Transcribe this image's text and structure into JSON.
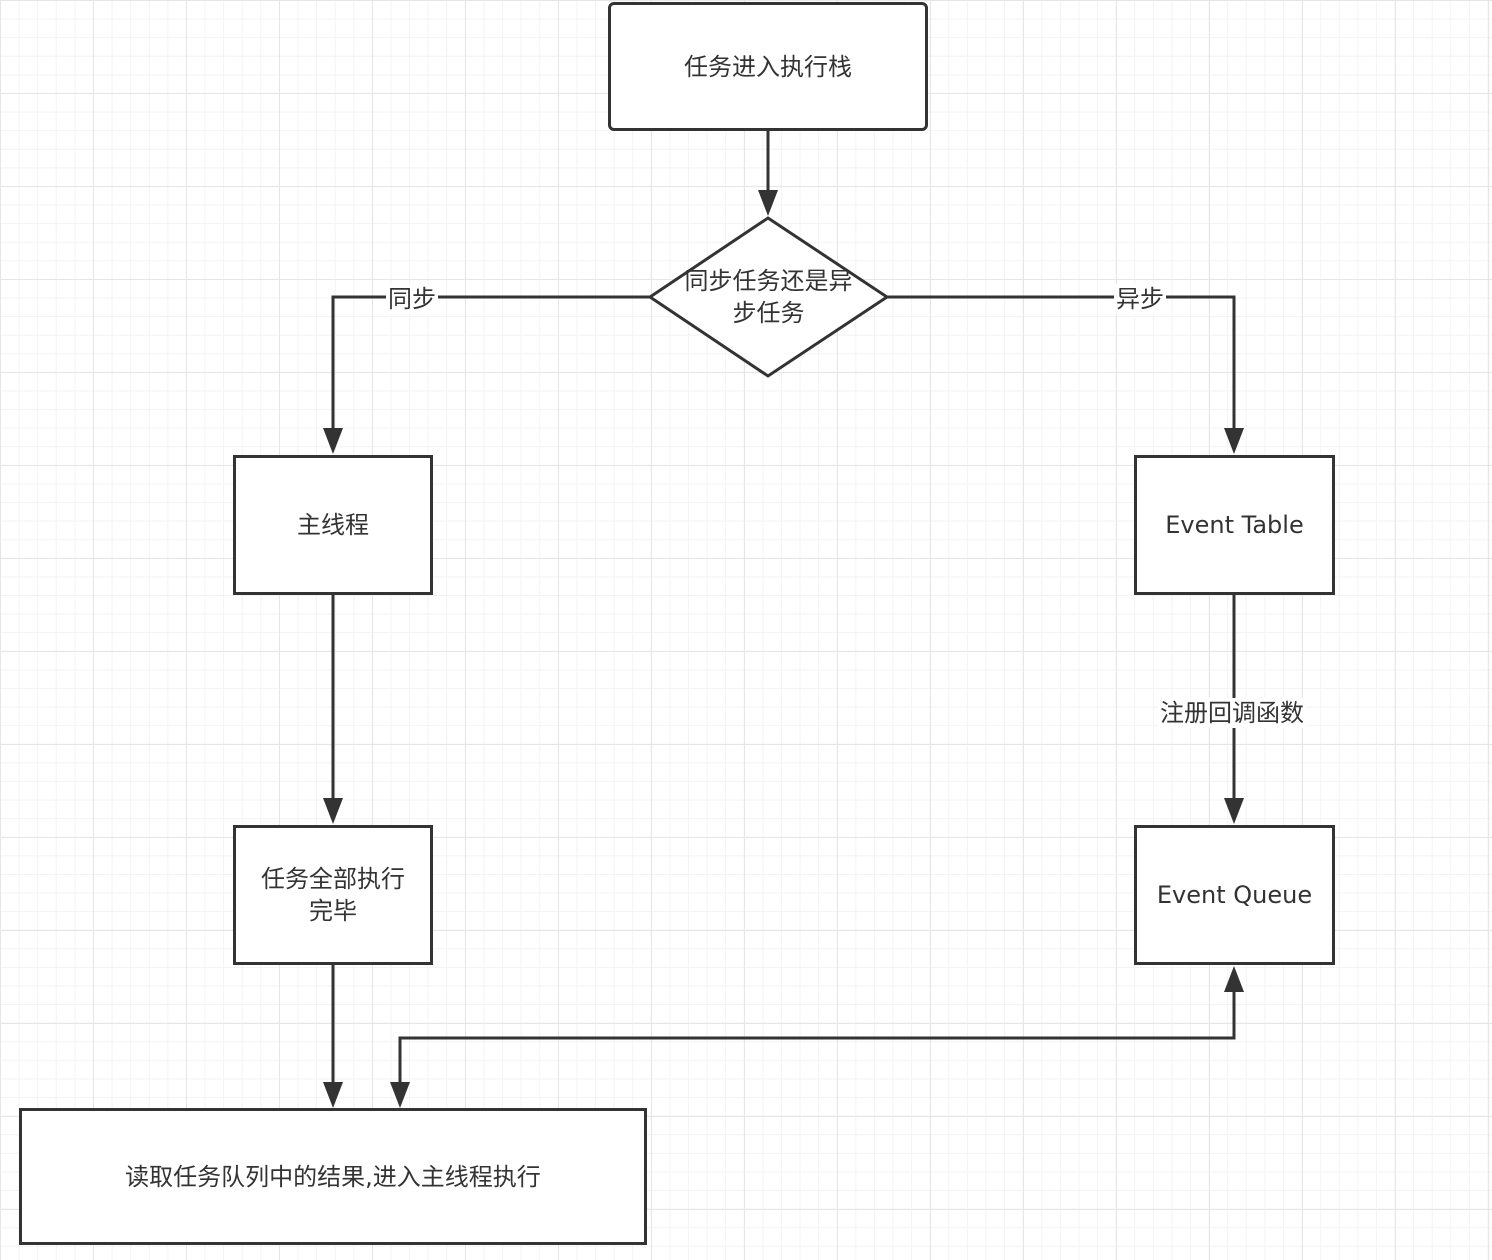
{
  "nodes": {
    "start": {
      "label": "任务进入执行栈"
    },
    "decision": {
      "label": "同步任务还是异\n步任务"
    },
    "main_thread": {
      "label": "主线程"
    },
    "event_table": {
      "label": "Event Table"
    },
    "all_done": {
      "label": "任务全部执行\n完毕"
    },
    "event_queue": {
      "label": "Event Queue"
    },
    "read_queue": {
      "label": "读取任务队列中的结果,进入主线程执行"
    }
  },
  "edges": {
    "sync_label": "同步",
    "async_label": "异步",
    "register_label": "注册回调函数"
  },
  "colors": {
    "stroke": "#333333",
    "text": "#333333",
    "background": "#ffffff",
    "grid": "#e6e6e6"
  }
}
